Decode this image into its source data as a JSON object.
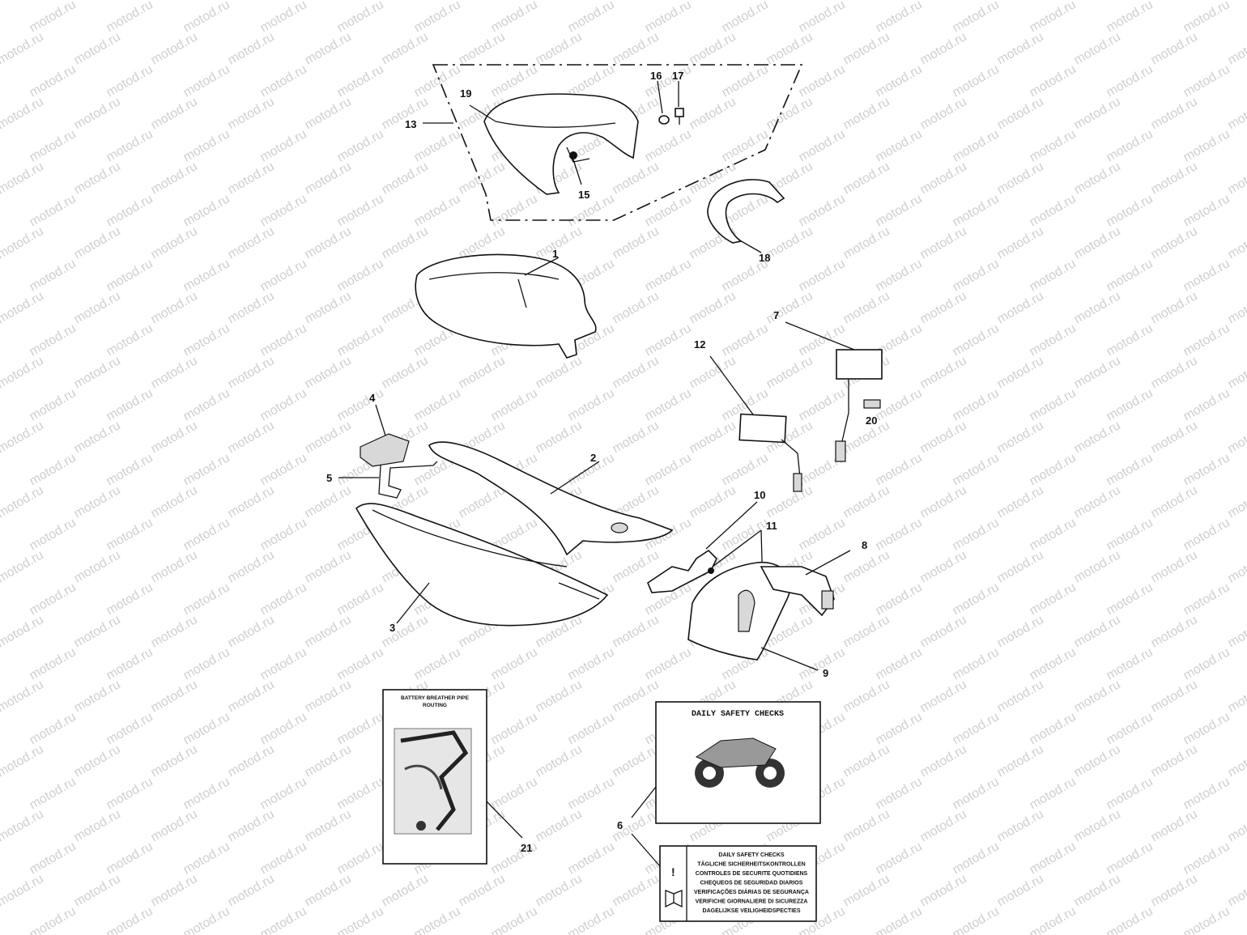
{
  "watermark": "motod.ru",
  "callouts": {
    "c1": "1",
    "c2": "2",
    "c3": "3",
    "c4": "4",
    "c5": "5",
    "c6": "6",
    "c7": "7",
    "c8": "8",
    "c9": "9",
    "c10": "10",
    "c11": "11",
    "c12": "12",
    "c13": "13",
    "c15": "15",
    "c16": "16",
    "c17": "17",
    "c18": "18",
    "c19": "19",
    "c20": "20",
    "c21": "21"
  },
  "battery_label": {
    "title_line1": "BATTERY BREATHER PIPE",
    "title_line2": "ROUTING"
  },
  "daily_checks_card": {
    "title": "DAILY SAFETY CHECKS"
  },
  "multilang_label": {
    "warning_symbol": "!",
    "lines": [
      "DAILY SAFETY CHECKS",
      "TÄGLICHE SICHERHEITSKONTROLLEN",
      "CONTROLES DE SECURITE QUOTIDIENS",
      "CHEQUEOS DE SEGURIDAD DIARIOS",
      "VERIFICAÇÕES DIÁRIAS DE SEGURANÇA",
      "VERIFICHE GIORNALIERE DI SICUREZZA",
      "DAGELIJKSE VEILIGHEIDSPECTIES"
    ]
  }
}
